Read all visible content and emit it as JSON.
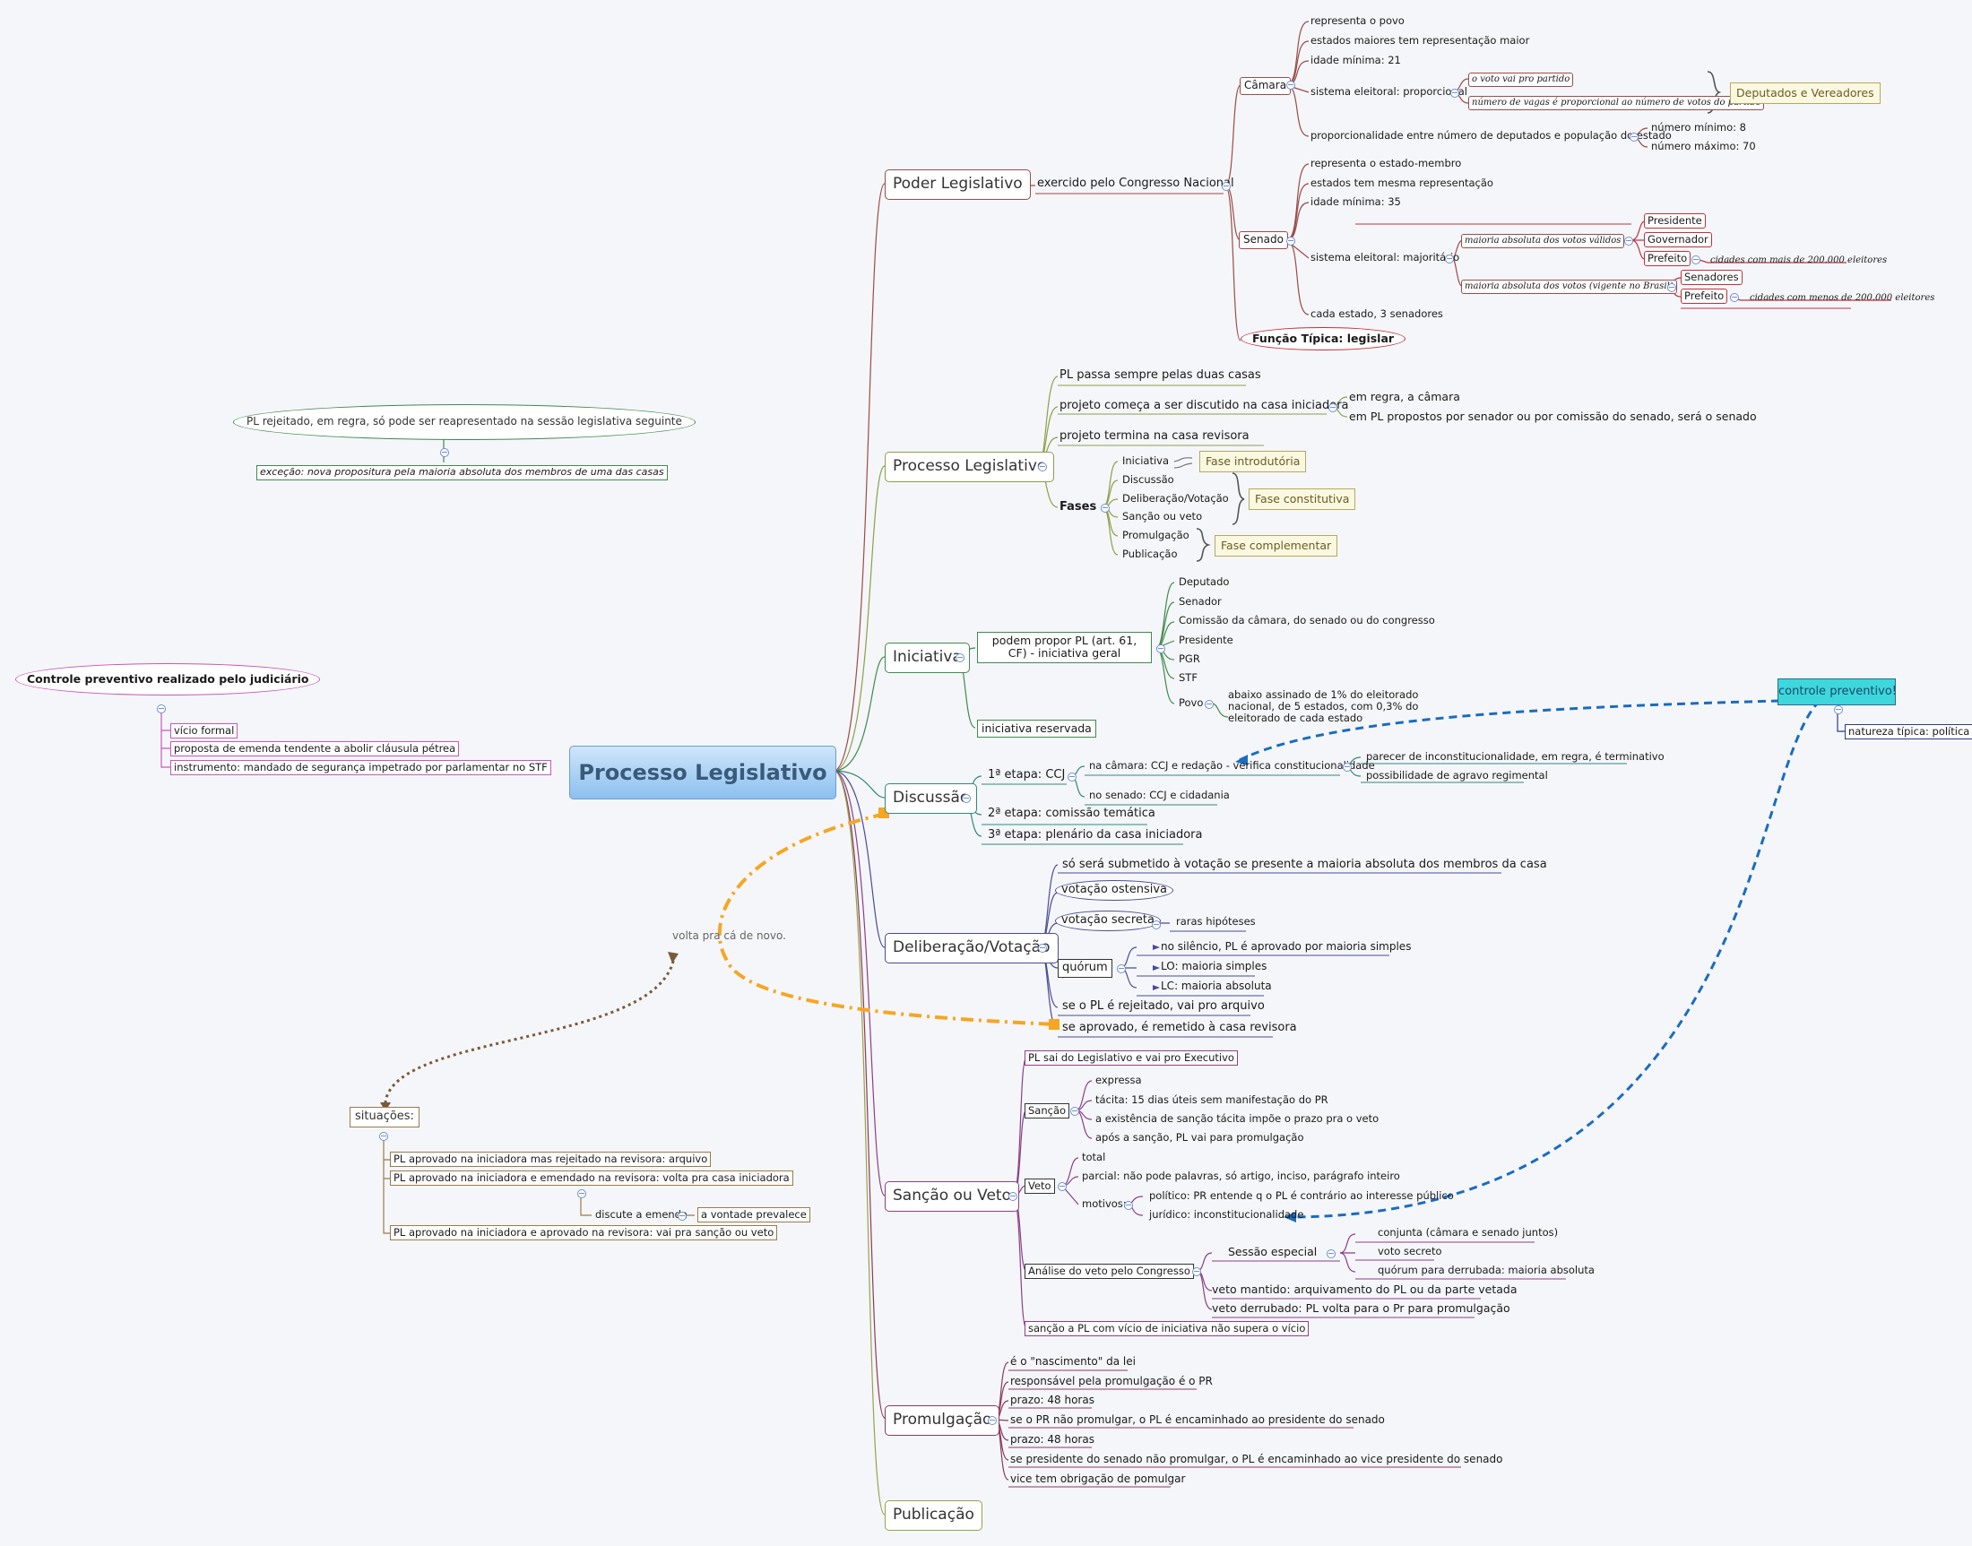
{
  "root": "Processo Legislativo",
  "poder": {
    "title": "Poder Legislativo",
    "exercido": "exercido pelo Congresso Nacional",
    "camara": {
      "label": "Câmara",
      "items": [
        "representa o povo",
        "estados maiores tem representação maior",
        "idade mínima: 21",
        "sistema eleitoral: proporcional",
        "proporcionalidade entre número de deputados e população do estado"
      ],
      "prop": [
        "o voto vai pro partido",
        "número de vagas é proporcional ao número de votos do partido"
      ],
      "deputados": "Deputados e Vereadores",
      "minimo": "número mínimo: 8",
      "maximo": "número máximo: 70"
    },
    "senado": {
      "label": "Senado",
      "items": [
        "representa o estado-membro",
        "estados tem mesma representação",
        "idade mínima: 35",
        "sistema eleitoral: majoritário",
        "cada estado, 3 senadores"
      ],
      "maj1": "maioria absoluta dos votos válidos",
      "maj2": "maioria absoluta dos votos (vigente no Brasil)",
      "cargos1": [
        "Presidente",
        "Governador",
        "Prefeito"
      ],
      "cidades1": "cidades com mais de 200.000 eleitores",
      "cargos2": [
        "Senadores",
        "Prefeito"
      ],
      "cidades2": "cidades com menos de 200.000 eleitores"
    },
    "funcao": "Função Típica: legislar"
  },
  "processo": {
    "title": "Processo Legislativo",
    "items": [
      "PL passa sempre pelas duas casas",
      "projeto começa a ser discutido na casa iniciadora",
      "projeto termina na casa revisora"
    ],
    "regra": "em regra, a câmara",
    "excecao": "em PL propostos por senador ou por comissão do senado, será o senado",
    "fases": {
      "label": "Fases",
      "items": [
        "Iniciativa",
        "Discussão",
        "Deliberação/Votação",
        "Sanção ou veto",
        "Promulgação",
        "Publicação"
      ],
      "introdutoria": "Fase introdutória",
      "constitutiva": "Fase constitutiva",
      "complementar": "Fase complementar"
    }
  },
  "iniciativa": {
    "title": "Iniciativa",
    "geral": "podem propor PL (art. 61, CF) - iniciativa geral",
    "items": [
      "Deputado",
      "Senador",
      "Comissão da câmara, do senado ou do congresso",
      "Presidente",
      "PGR",
      "STF",
      "Povo"
    ],
    "povo": "abaixo assinado de 1% do eleitorado nacional, de 5 estados, com 0,3% do eleitorado de cada estado",
    "reservada": "iniciativa reservada"
  },
  "discussao": {
    "title": "Discussão",
    "etapa1": "1ª etapa: CCJ",
    "camara": "na câmara: CCJ e redação - verifica constitucionalidade",
    "senado": "no senado: CCJ e cidadania",
    "parecer": "parecer de inconstitucionalidade, em regra, é terminativo",
    "agravo": "possibilidade de agravo regimental",
    "etapa2": "2ª etapa: comissão temática",
    "etapa3": "3ª etapa: plenário da casa iniciadora"
  },
  "deliberacao": {
    "title": "Deliberação/Votação",
    "submetido": "só será submetido à votação se presente a maioria absoluta dos membros da casa",
    "ostensiva": "votação ostensiva",
    "secreta": "votação secreta",
    "raras": "raras hipóteses",
    "quorum": "quórum",
    "q": [
      "no silêncio, PL é aprovado por maioria simples",
      "LO: maioria simples",
      "LC: maioria absoluta"
    ],
    "rejeitado": "se o PL é rejeitado, vai pro arquivo",
    "aprovado": "se aprovado, é remetido à casa revisora"
  },
  "sancao": {
    "title": "Sanção ou Veto",
    "sai": "PL sai do Legislativo e vai pro Executivo",
    "sancao": "Sanção",
    "s": [
      "expressa",
      "tácita: 15 dias úteis sem manifestação do PR",
      "a existência de sanção tácita impõe o prazo pra o veto",
      "após a sanção, PL vai para promulgação"
    ],
    "veto": "Veto",
    "v": [
      "total",
      "parcial: não pode palavras, só artigo, inciso, parágrafo inteiro"
    ],
    "motivos": "motivos:",
    "politico": "político: PR entende q o PL é contrário ao interesse público",
    "juridico": "jurídico: inconstitucionalidade",
    "analise": "Análise do veto pelo Congresso",
    "sessao": "Sessão especial",
    "se": [
      "conjunta (câmara e senado juntos)",
      "voto secreto",
      "quórum para derrubada: maioria absoluta"
    ],
    "mantido": "veto mantido: arquivamento do PL ou da parte vetada",
    "derrubado": "veto derrubado: PL volta para o Pr para promulgação",
    "vicio": "sanção a PL com vício de iniciativa não supera o vício"
  },
  "promulgacao": {
    "title": "Promulgação",
    "items": [
      "é o \"nascimento\" da lei",
      "responsável pela promulgação é o PR",
      "prazo: 48 horas",
      "se o PR não promulgar, o PL é encaminhado ao presidente do senado",
      "prazo: 48 horas",
      "se presidente do senado não promulgar, o PL é encaminhado ao vice presidente do senado",
      "vice tem obrigação de pomulgar"
    ]
  },
  "publicacao": {
    "title": "Publicação"
  },
  "rejeitado": {
    "text": "PL rejeitado, em regra, só pode ser reapresentado na sessão legislativa seguinte",
    "excecao": "exceção: nova propositura pela maioria absoluta dos membros de uma das casas"
  },
  "judiciario": {
    "title": "Controle preventivo realizado pelo judiciário",
    "items": [
      "vício formal",
      "proposta de emenda tendente a abolir cláusula pétrea",
      "instrumento: mandado de segurança impetrado por parlamentar no STF"
    ]
  },
  "volta": "volta pra cá de novo.",
  "situacoes": {
    "title": "situações:",
    "items": [
      "PL aprovado na iniciadora mas rejeitado na revisora: arquivo",
      "PL aprovado na iniciadora e emendado na revisora: volta pra casa iniciadora",
      "PL aprovado na iniciadora e aprovado na revisora: vai pra sanção ou veto"
    ],
    "discute": "discute a emenda",
    "vontade": "a vontade prevalece"
  },
  "controle": {
    "title": "controle preventivo!",
    "natureza": "natureza típica: política"
  },
  "colors": {
    "poder": "#9a4c48",
    "processo": "#8aa04a",
    "iniciativa": "#3f8a4e",
    "discussao": "#2f8a7a",
    "deliberacao": "#4a4a98",
    "sancao": "#8a3f8a",
    "promulgacao": "#8a3b5a",
    "publicacao": "#9aa04a",
    "root": "#76b0e6",
    "controle": "#3dd7dc",
    "arrow_blue": "#1a6cc0",
    "arrow_orange": "#f5a623",
    "arrow_brown": "#7a5a3a"
  }
}
